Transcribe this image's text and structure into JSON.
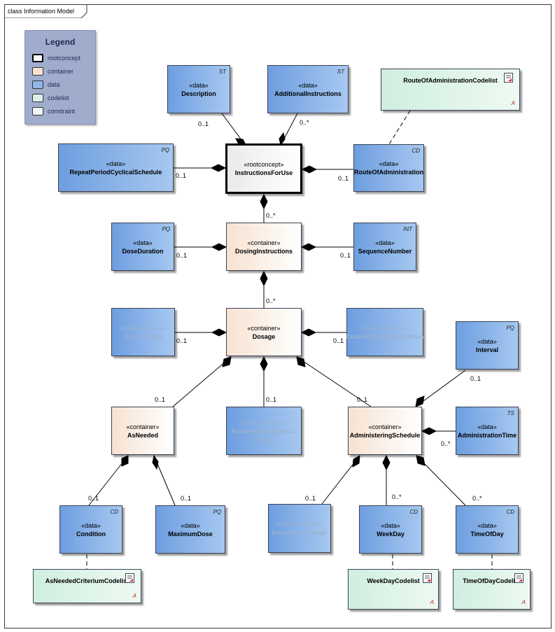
{
  "frame_title": "class Information Model",
  "legend": {
    "title": "Legend",
    "items": [
      {
        "label": "rootconcept",
        "color": "#ffffff",
        "border": "#000000"
      },
      {
        "label": "container",
        "color": "#f9e3d3",
        "border": "#555555"
      },
      {
        "label": "data",
        "color": "#8eb6ea",
        "border": "#555555"
      },
      {
        "label": "codelist",
        "color": "#d9f2e6",
        "border": "#555555"
      },
      {
        "label": "constraint",
        "color": "#f4f4fb",
        "border": "#555555"
      }
    ]
  },
  "nodes": {
    "description": {
      "stereotype": "«data»",
      "name": "Description",
      "tag": "ST"
    },
    "additional_instructions": {
      "stereotype": "«data»",
      "name": "AdditionalInstructions",
      "tag": "ST"
    },
    "route_codelist": {
      "name": "RouteOfAdministrationCodelist",
      "mark": "A"
    },
    "repeat_period": {
      "stereotype": "«data»",
      "name": "RepeatPeriodCyclicalSchedule",
      "tag": "PQ"
    },
    "instructions_for_use": {
      "stereotype": "«rootconcept»",
      "name": "InstructionsForUse"
    },
    "route_of_administration": {
      "stereotype": "«data»",
      "name": "RouteOfAdministration",
      "tag": "CD"
    },
    "dose_duration": {
      "stereotype": "«data»",
      "name": "DoseDuration",
      "tag": "PQ"
    },
    "dosing_instructions": {
      "stereotype": "«container»",
      "name": "DosingInstructions"
    },
    "sequence_number": {
      "stereotype": "«data»",
      "name": "SequenceNumber",
      "tag": "INT"
    },
    "dose_range": {
      "stereotype": "«data,reference»",
      "name": "Dose::Range"
    },
    "dosage": {
      "stereotype": "«container»",
      "name": "Dosage"
    },
    "duration_of_administration": {
      "stereotype": "«data,reference»",
      "name": "DurationOfAdministration"
    },
    "interval": {
      "stereotype": "«data»",
      "name": "Interval",
      "tag": "PQ"
    },
    "as_needed": {
      "stereotype": "«container»",
      "name": "AsNeeded"
    },
    "administering_speed": {
      "stereotype": "«data,reference»",
      "name": "AdministeringSpeed::",
      "name2": "Range"
    },
    "administering_schedule": {
      "stereotype": "«container»",
      "name": "AdministeringSchedule"
    },
    "administration_time": {
      "stereotype": "«data»",
      "name": "AdministrationTime",
      "tag": "TS"
    },
    "condition": {
      "stereotype": "«data»",
      "name": "Condition",
      "tag": "CD"
    },
    "maximum_dose": {
      "stereotype": "«data»",
      "name": "MaximumDose",
      "tag": "PQ"
    },
    "frequency_range": {
      "stereotype": "«data,reference»",
      "name": "Frequency::Range"
    },
    "week_day": {
      "stereotype": "«data»",
      "name": "WeekDay",
      "tag": "CD"
    },
    "time_of_day": {
      "stereotype": "«data»",
      "name": "TimeOfDay",
      "tag": "CD"
    },
    "as_needed_codelist": {
      "name": "AsNeededCriteriumCodelist",
      "mark": "A"
    },
    "week_day_codelist": {
      "name": "WeekDayCodelist",
      "mark": "A"
    },
    "time_of_day_codelist": {
      "name": "TimeOfDayCodelist",
      "mark": "A"
    }
  },
  "multiplicities": {
    "description": "0..1",
    "additional_instructions": "0..*",
    "repeat_period": "0..1",
    "route_of_administration": "0..1",
    "dosing_instructions": "0..*",
    "dose_duration": "0..1",
    "sequence_number": "0..1",
    "dosage": "0..*",
    "dose_range": "0..1",
    "duration_of_administration": "0..1",
    "interval": "0..1",
    "as_needed": "0..1",
    "administering_speed": "0..1",
    "administering_schedule": "0..1",
    "administration_time": "0..*",
    "condition": "0..1",
    "maximum_dose": "0..1",
    "frequency_range": "0..1",
    "week_day": "0..*",
    "time_of_day": "0..*"
  }
}
